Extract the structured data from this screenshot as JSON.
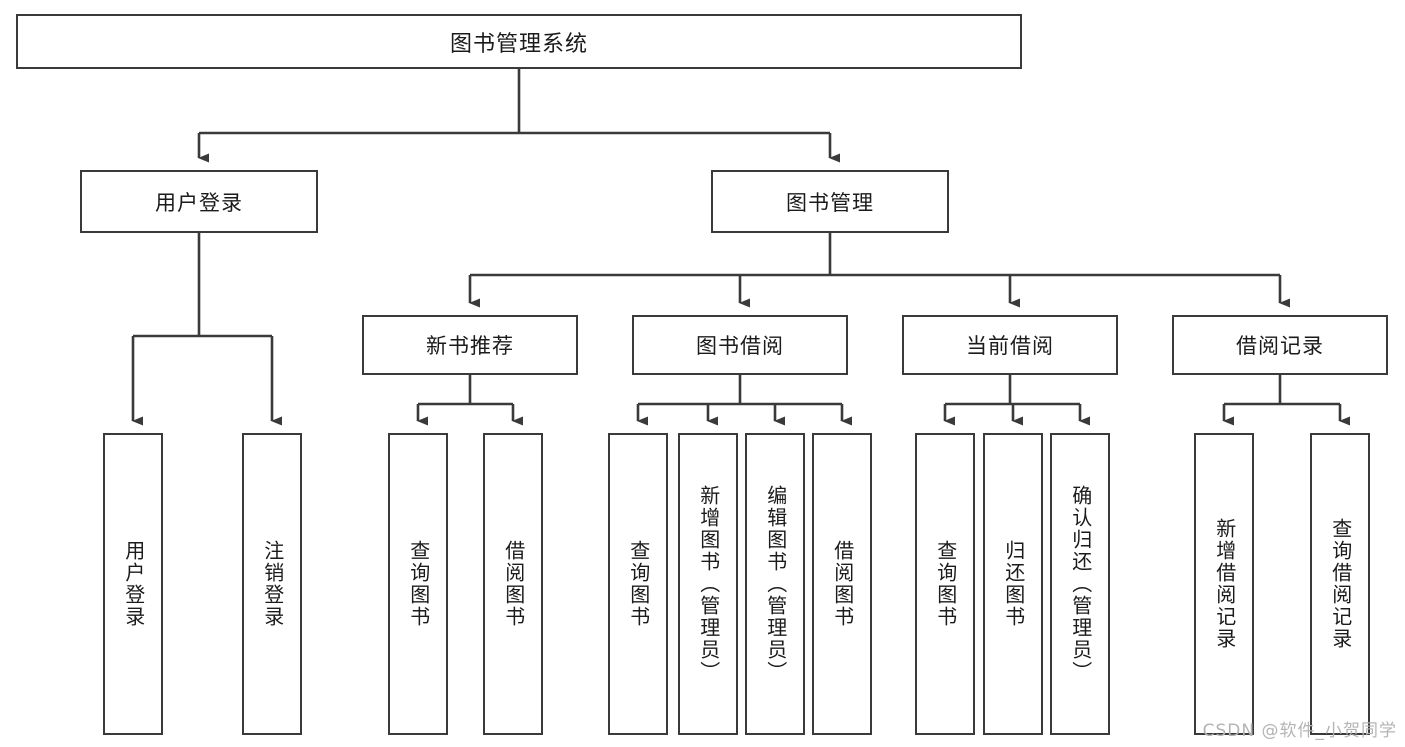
{
  "diagram": {
    "title": "图书管理系统",
    "type": "tree-hierarchy-chart",
    "root": {
      "label": "图书管理系统"
    },
    "level1": [
      {
        "label": "用户登录"
      },
      {
        "label": "图书管理"
      }
    ],
    "level2": [
      {
        "label": "新书推荐"
      },
      {
        "label": "图书借阅"
      },
      {
        "label": "当前借阅"
      },
      {
        "label": "借阅记录"
      }
    ],
    "leaves": {
      "user_login": [
        {
          "label": "用户登录"
        },
        {
          "label": "注销登录"
        }
      ],
      "new_book_recommend": [
        {
          "label": "查询图书"
        },
        {
          "label": "借阅图书"
        }
      ],
      "book_borrow": [
        {
          "label": "查询图书"
        },
        {
          "label": "新增图书（管理员）"
        },
        {
          "label": "编辑图书（管理员）"
        },
        {
          "label": "借阅图书"
        }
      ],
      "current_borrow": [
        {
          "label": "查询图书"
        },
        {
          "label": "归还图书"
        },
        {
          "label": "确认归还（管理员）"
        }
      ],
      "borrow_record": [
        {
          "label": "新增借阅记录"
        },
        {
          "label": "查询借阅记录"
        }
      ]
    }
  },
  "watermark": {
    "text": "CSDN @软件_小贺同学"
  },
  "colors": {
    "box_border": "#3a3a3a",
    "box_fill": "#ffffff",
    "connector": "#3a3a3a",
    "text": "#1b1b1b",
    "watermark": "#b4b4b4",
    "background": "#ffffff"
  }
}
